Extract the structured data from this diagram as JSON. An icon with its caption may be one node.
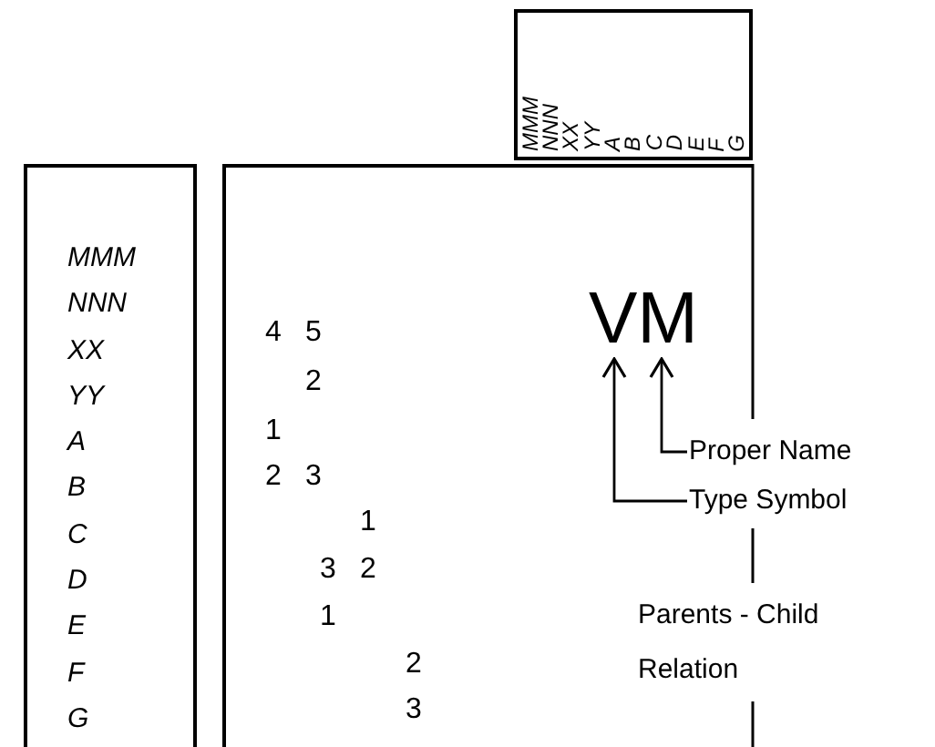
{
  "diagram": {
    "nodes": [
      {
        "text": [
          "MMM",
          "NNN",
          "XX",
          "YY",
          "A",
          "B",
          "C",
          "D",
          "E",
          "F",
          "G"
        ]
      },
      {
        "text": [
          "MMM",
          "NNN",
          "XX",
          "YY",
          "A",
          "B",
          "C",
          "D",
          "E",
          "F",
          "G"
        ]
      },
      {
        "text": [],
        "shape": "box"
      },
      {
        "text": [
          "VM"
        ],
        "in": 2
      },
      {
        "text": [
          "Proper Name"
        ]
      },
      {
        "text": [
          "Type Symbol"
        ]
      }
    ],
    "edges": [
      {
        "from": 4,
        "to": 3,
        "arrow": "to"
      },
      {
        "from": 5,
        "to": 3,
        "arrow": "to"
      }
    ],
    "labels": [
      "4",
      "5",
      "2",
      "1",
      "2",
      "3",
      "1",
      "3",
      "2",
      "1",
      "2",
      "3",
      "Parents - Child Relation"
    ]
  }
}
